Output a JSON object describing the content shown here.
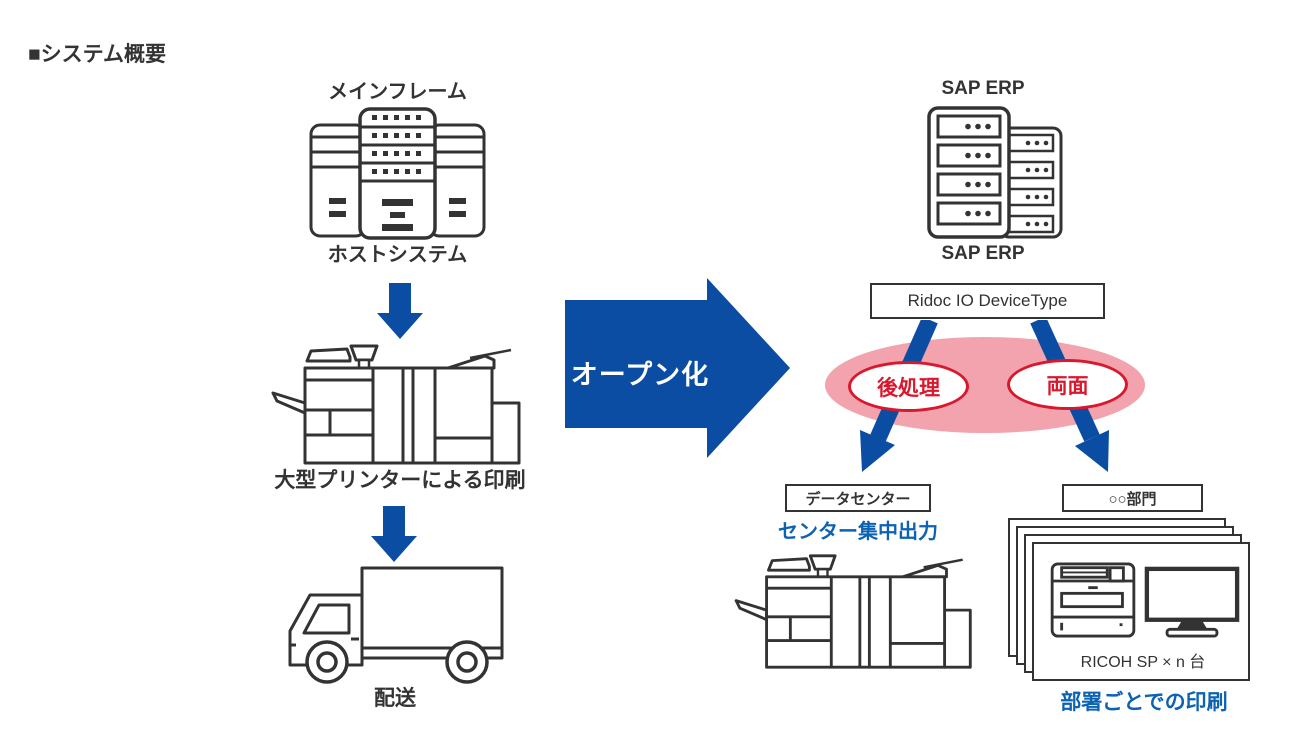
{
  "page": {
    "title": "■システム概要"
  },
  "colors": {
    "line": "#333333",
    "arrow_blue": "#0b4da2",
    "label_blue": "#0e62b2",
    "accent_red": "#d9182d",
    "highlight_pink": "#f2a3ad"
  },
  "legacy_flow": {
    "mainframe_title": "メインフレーム",
    "mainframe_caption": "ホストシステム",
    "printer_caption": "大型プリンターによる印刷",
    "truck_caption": "配送"
  },
  "transition": {
    "label": "オープン化"
  },
  "open_flow": {
    "sap_title": "SAP ERP",
    "sap_caption": "SAP ERP",
    "ridoc_label": "Ridoc IO DeviceType",
    "features": [
      {
        "label": "後処理"
      },
      {
        "label": "両面"
      }
    ],
    "datacenter": {
      "box_label": "データセンター",
      "caption": "センター集中出力"
    },
    "department": {
      "box_label": "○○部門",
      "device_label": "RICOH SP × n 台",
      "caption": "部署ごとでの印刷"
    }
  },
  "icons": {
    "mainframe": "mainframe-servers-icon",
    "sap_server": "sap-server-rack-icon",
    "production_printer": "production-printer-icon",
    "delivery_truck": "delivery-truck-icon",
    "desktop_printer": "desktop-printer-icon",
    "monitor": "desktop-monitor-icon",
    "down_arrow": "down-arrow-icon",
    "transition_arrow": "right-arrow-icon",
    "branch_arrows": "branch-arrows-icon"
  }
}
